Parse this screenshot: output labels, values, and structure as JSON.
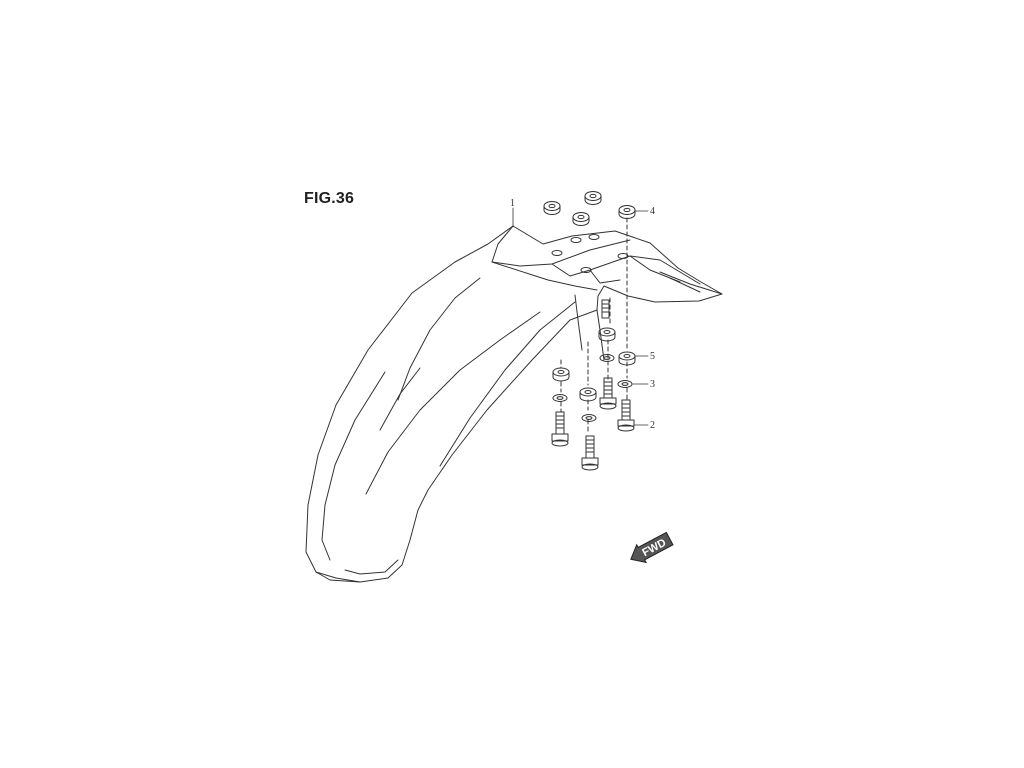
{
  "figure": {
    "title": "FIG.36"
  },
  "callouts": [
    {
      "number": "1",
      "part": "front-fender"
    },
    {
      "number": "2",
      "part": "bolt"
    },
    {
      "number": "3",
      "part": "washer"
    },
    {
      "number": "4",
      "part": "nut"
    },
    {
      "number": "5",
      "part": "rubber-grommet"
    }
  ],
  "direction_indicator": {
    "label": "FWD",
    "icon": "arrow-left-icon"
  },
  "colors": {
    "line": "#333333",
    "background": "#ffffff"
  }
}
